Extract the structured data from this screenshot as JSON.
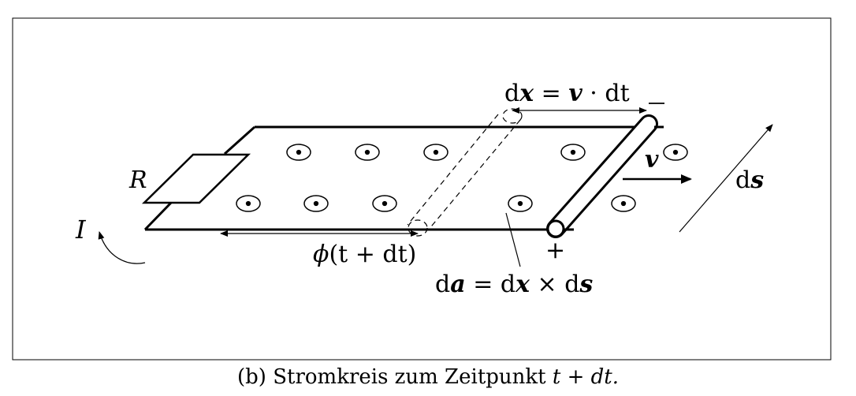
{
  "diagram": {
    "labels": {
      "resistor": "R",
      "current": "I",
      "dx_eq_prefix": "d",
      "dx_eq_bold": "x",
      "dx_eq_mid": " = ",
      "dx_eq_v": "v",
      "dx_eq_suffix": " · dt",
      "minus": "−",
      "plus": "+",
      "velocity": "v",
      "ds_prefix": "d",
      "ds_bold": "s",
      "flux_phi": "ϕ",
      "flux_arg": "(t + dt)",
      "da_d1": "d",
      "da_a": "a",
      "da_mid": " = d",
      "da_x": "x",
      "da_cross": " × d",
      "da_s": "s"
    },
    "field_symbol": "out-of-plane-dot"
  },
  "caption": {
    "prefix": "(b) Stromkreis zum Zeitpunkt ",
    "math": "t + dt."
  }
}
